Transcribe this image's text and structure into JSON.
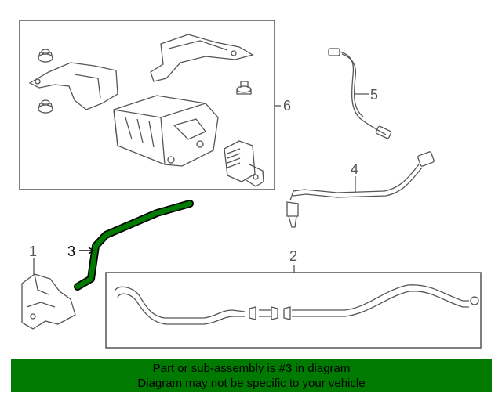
{
  "callouts": {
    "c1": "1",
    "c2": "2",
    "c3": "3",
    "c4": "4",
    "c5": "5",
    "c6": "6"
  },
  "banner": {
    "line1": "Part or sub-assembly is #3 in diagram",
    "line2": "Diagram may not be specific to your vehicle"
  },
  "colors": {
    "highlight": "#007a00",
    "line": "#555555",
    "banner": "#007a00"
  }
}
